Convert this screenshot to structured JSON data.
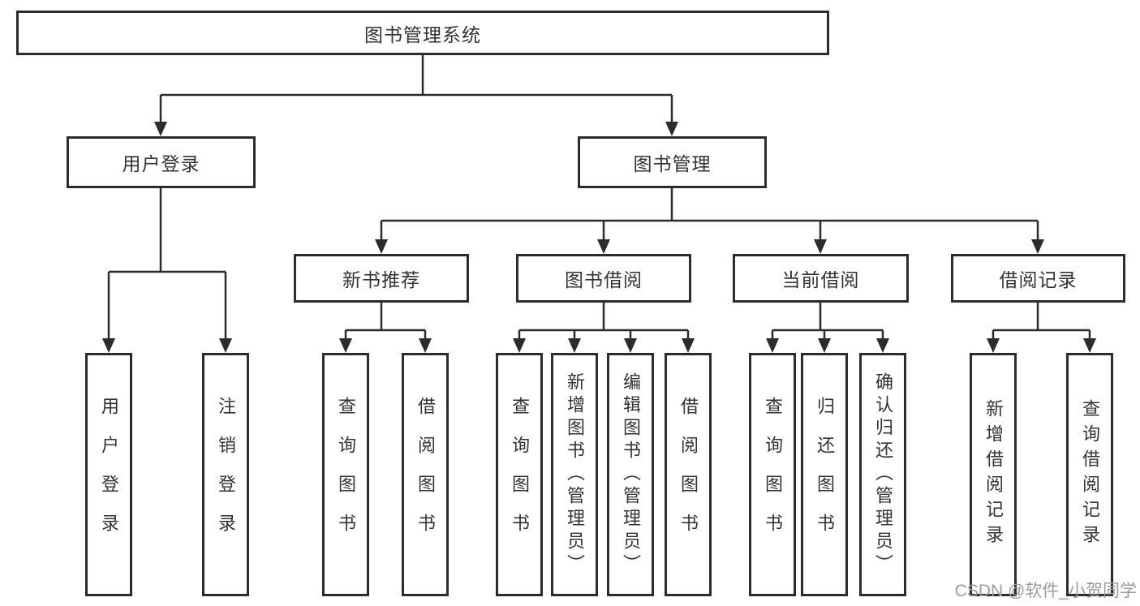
{
  "diagram": {
    "root": "图书管理系统",
    "groups": [
      {
        "label": "用户登录",
        "leaves": [
          "用户登录",
          "注销登录"
        ]
      },
      {
        "label": "图书管理",
        "subgroups": [
          {
            "label": "新书推荐",
            "leaves": [
              "查询图书",
              "借阅图书"
            ]
          },
          {
            "label": "图书借阅",
            "leaves": [
              "查询图书",
              "新增图书（管理员）",
              "编辑图书（管理员）",
              "借阅图书"
            ]
          },
          {
            "label": "当前借阅",
            "leaves": [
              "查询图书",
              "归还图书",
              "确认归还（管理员）"
            ]
          },
          {
            "label": "借阅记录",
            "leaves": [
              "新增借阅记录",
              "查询借阅记录"
            ]
          }
        ]
      }
    ]
  },
  "watermark": {
    "text": "CSDN @软件_小贺同学"
  },
  "colors": {
    "line": "#2c2c2c",
    "text": "#333333",
    "box_background": "#ffffff",
    "watermark": "#9c9c9c",
    "page_background": "#ffffff"
  }
}
